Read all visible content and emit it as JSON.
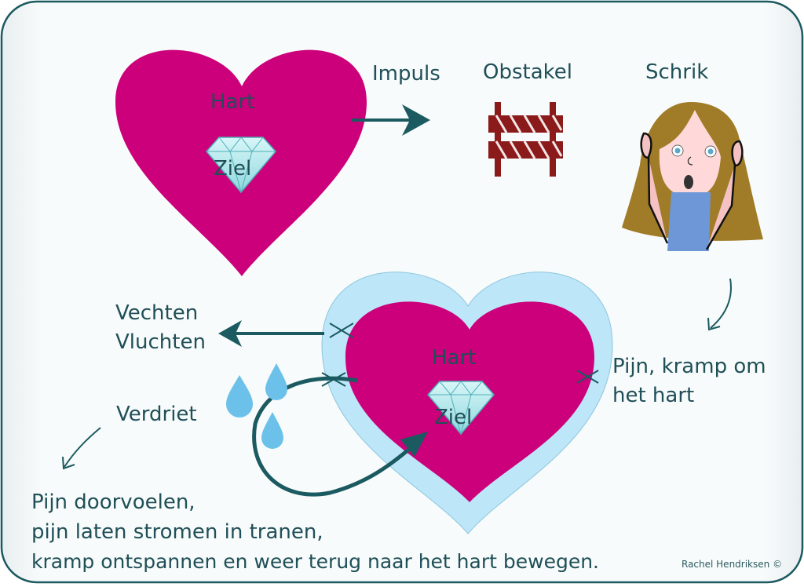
{
  "labels": {
    "hart_top": "Hart",
    "ziel_top": "Ziel",
    "impuls": "Impuls",
    "obstakel": "Obstakel",
    "schrik": "Schrik",
    "vechten": "Vechten",
    "vluchten": "Vluchten",
    "hart_bottom": "Hart",
    "ziel_bottom": "Ziel",
    "pijn_kramp_1": "Pijn, kramp om",
    "pijn_kramp_2": "het hart",
    "verdriet": "Verdriet",
    "bottom_line_1": "Pijn doorvoelen,",
    "bottom_line_2": "pijn laten stromen in tranen,",
    "bottom_line_3": "kramp ontspannen en weer terug naar het hart bewegen."
  },
  "credit": "Rachel Hendriksen ©",
  "colors": {
    "heart": "#cc007a",
    "heart_glow": "#bde6f8",
    "text": "#1f4f57",
    "arrow": "#1b5a60",
    "obstacle": "#8b1a1a",
    "tear": "#6cc1ea",
    "border": "#1b5a60"
  }
}
